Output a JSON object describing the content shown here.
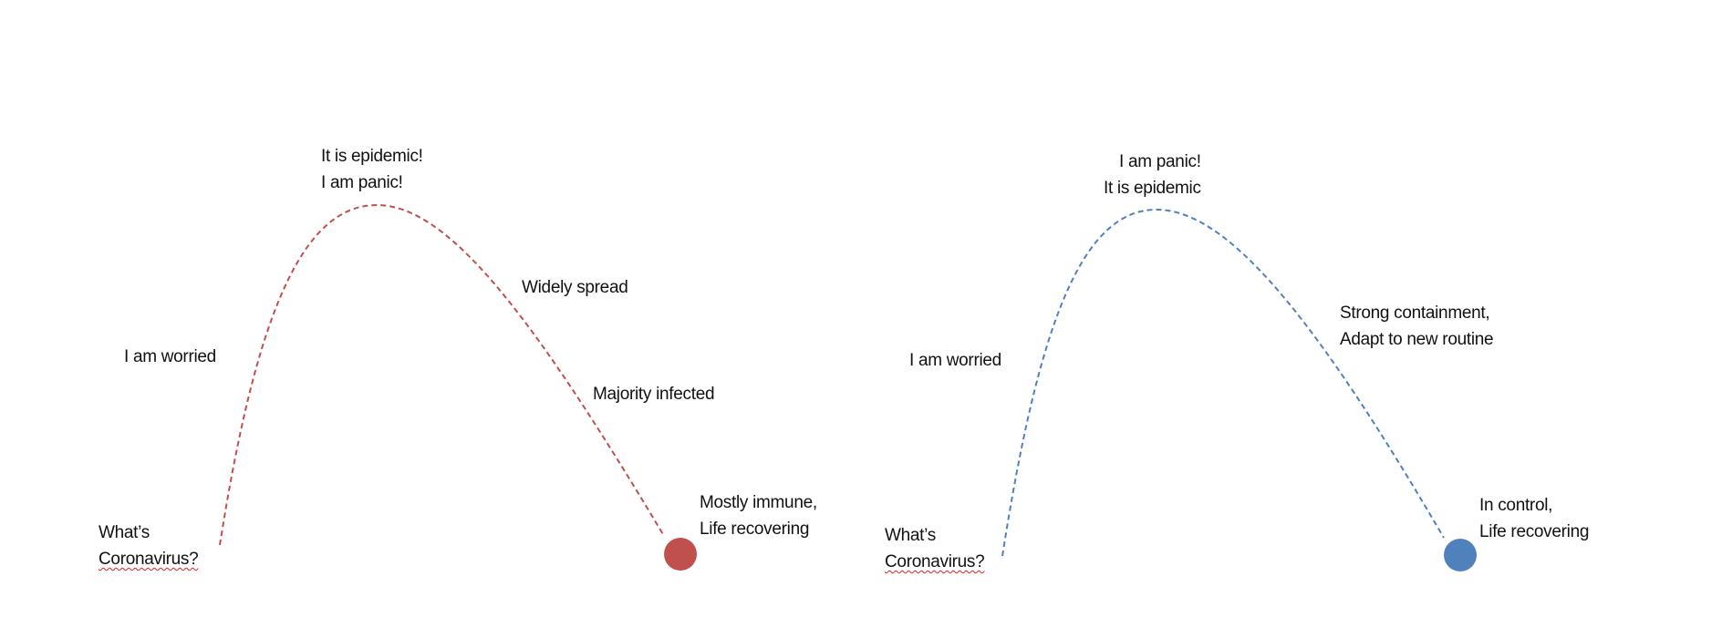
{
  "colors": {
    "left_curve": "#c0504d",
    "right_curve": "#4f81bd"
  },
  "left": {
    "start": [
      "What’s",
      "Coronavirus?"
    ],
    "rising": "I am worried",
    "peak": [
      "It is epidemic!",
      "I am panic!"
    ],
    "falling_1": "Widely spread",
    "falling_2": "Majority infected",
    "end": [
      "Mostly immune,",
      "Life recovering"
    ]
  },
  "right": {
    "start": [
      "What’s",
      "Coronavirus?"
    ],
    "rising": "I am worried",
    "peak": [
      "I am panic!",
      "It is epidemic"
    ],
    "falling_1": [
      "Strong containment,",
      "Adapt to new routine"
    ],
    "end": [
      "In control,",
      "Life recovering"
    ]
  }
}
